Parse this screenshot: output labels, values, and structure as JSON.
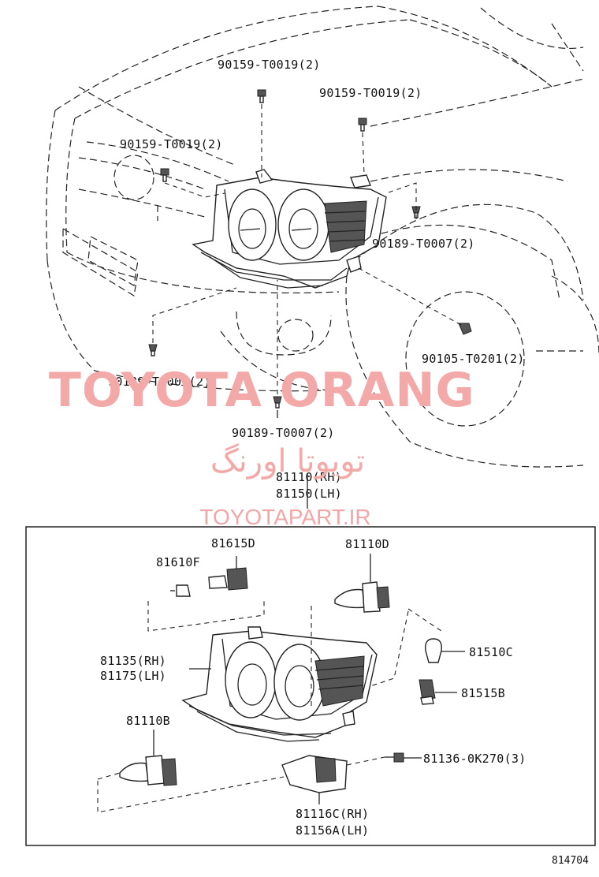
{
  "labels": {
    "upper_bolt_a": "90159-T0019(2)",
    "upper_bolt_b": "90159-T0019(2)",
    "upper_bolt_c": "90159-T0019(2)",
    "clip_right": "90189-T0007(2)",
    "screw_fender": "90105-T0201(2)",
    "clip_left": "90189-T0007(2)",
    "clip_bottom": "90189-T0007(2)",
    "assy_rh": "81110(RH)",
    "assy_lh": "81150(LH)",
    "bulb_81615d": "81615D",
    "bulb_81610f": "81610F",
    "bulb_81110d": "81110D",
    "unit_rh": "81135(RH)",
    "unit_lh": "81175(LH)",
    "bulb_81510c": "81510C",
    "socket_81515b": "81515B",
    "bulb_81110b": "81110B",
    "screw_81136": "81136-0K270(3)",
    "bracket_rh": "81116C(RH)",
    "bracket_lh": "81156A(LH)"
  },
  "watermark": {
    "brand": "TOYOTA ORANG",
    "persian": "تویوتا اورنگ",
    "url": "TOYOTAPART.IR"
  },
  "diagram_code": "814704",
  "colors": {
    "line": "#222222",
    "watermark": "#f4a9a9"
  }
}
